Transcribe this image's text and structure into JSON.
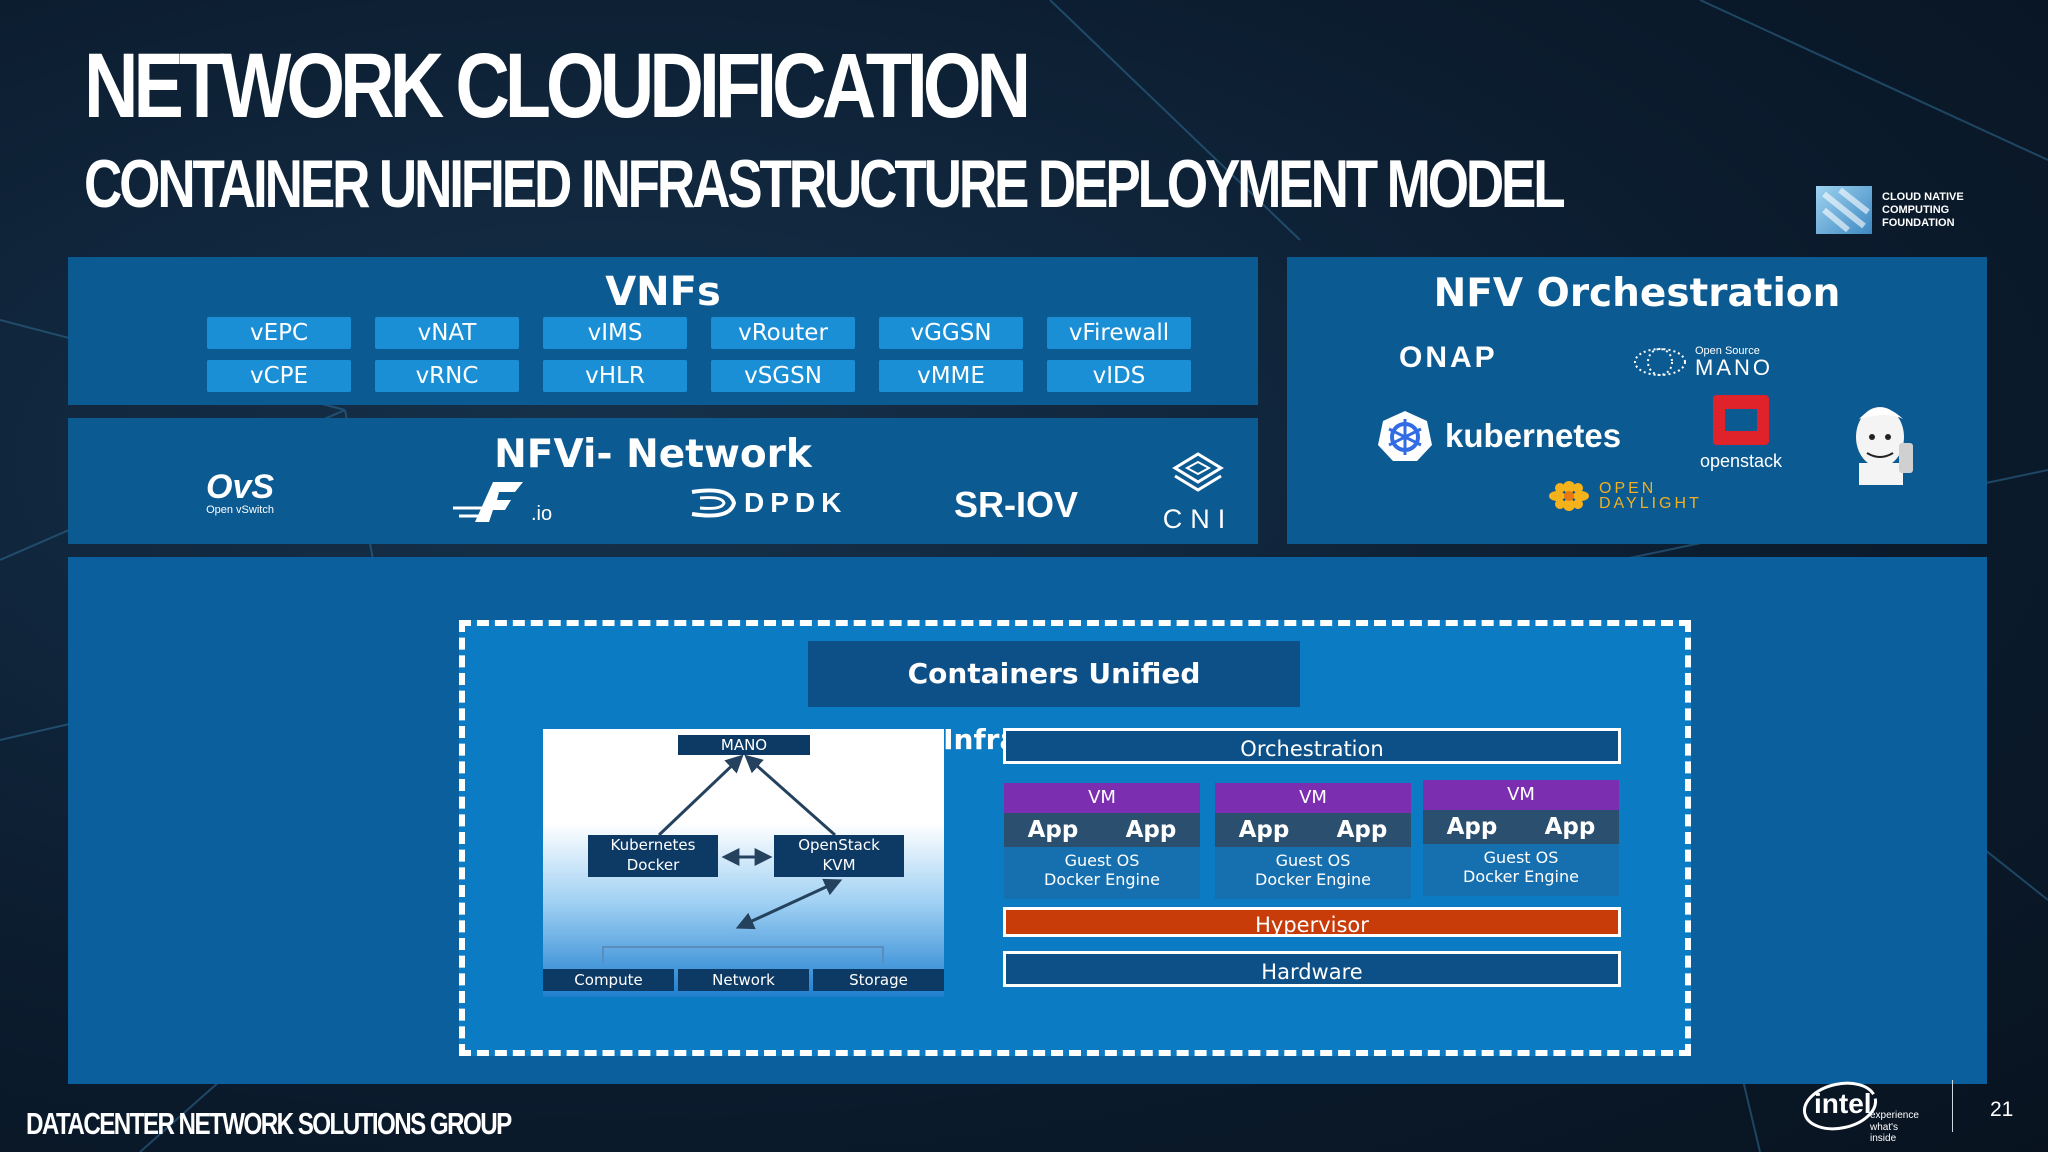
{
  "title": "NETWORK CLOUDIFICATION",
  "subtitle": "CONTAINER UNIFIED INFRASTRUCTURE  DEPLOYMENT MODEL",
  "cncf": {
    "line1": "CLOUD NATIVE",
    "line2": "COMPUTING",
    "line3": "FOUNDATION"
  },
  "vnfs": {
    "title": "VNFs",
    "row1": [
      "vEPC",
      "vNAT",
      "vIMS",
      "vRouter",
      "vGGSN",
      "vFirewall"
    ],
    "row2": [
      "vCPE",
      "vRNC",
      "vHLR",
      "vSGSN",
      "vMME",
      "vIDS"
    ]
  },
  "nfvi": {
    "title": "NFVi- Network",
    "ovs": "OvS",
    "ovs_sub": "Open vSwitch",
    "fdio": ".io",
    "dpdk": "DPDK",
    "sriov": "SR-IOV",
    "cni": "CNI"
  },
  "nfv_orchestration": {
    "title": "NFV Orchestration",
    "onap": "ONAP",
    "osm_small": "Open Source",
    "osm": "MANO",
    "kubernetes": "kubernetes",
    "openstack": "openstack",
    "odl_1": "OPEN",
    "odl_2": "DAYLIGHT"
  },
  "cui": {
    "title": "Containers Unified Infrastructure",
    "mano": "MANO",
    "k8s_1": "Kubernetes",
    "k8s_2": "Docker",
    "os_1": "OpenStack",
    "os_2": "KVM",
    "compute": "Compute",
    "network": "Network",
    "storage": "Storage",
    "orchestration": "Orchestration",
    "vm_label": "VM",
    "app_label": "App",
    "guest_os": "Guest OS",
    "docker_engine": "Docker Engine",
    "hypervisor": "Hypervisor",
    "hardware": "Hardware"
  },
  "footer": {
    "group": "DATACENTER NETWORK SOLUTIONS GROUP",
    "page": "21",
    "intel": "intel",
    "tag1": "experience",
    "tag2": "what's inside"
  },
  "colors": {
    "chip": "#1a8fd6",
    "panel": "#0c5a92",
    "vm": "#7b2fb0",
    "hypervisor": "#c83c0a",
    "dark": "#0d3a64"
  }
}
